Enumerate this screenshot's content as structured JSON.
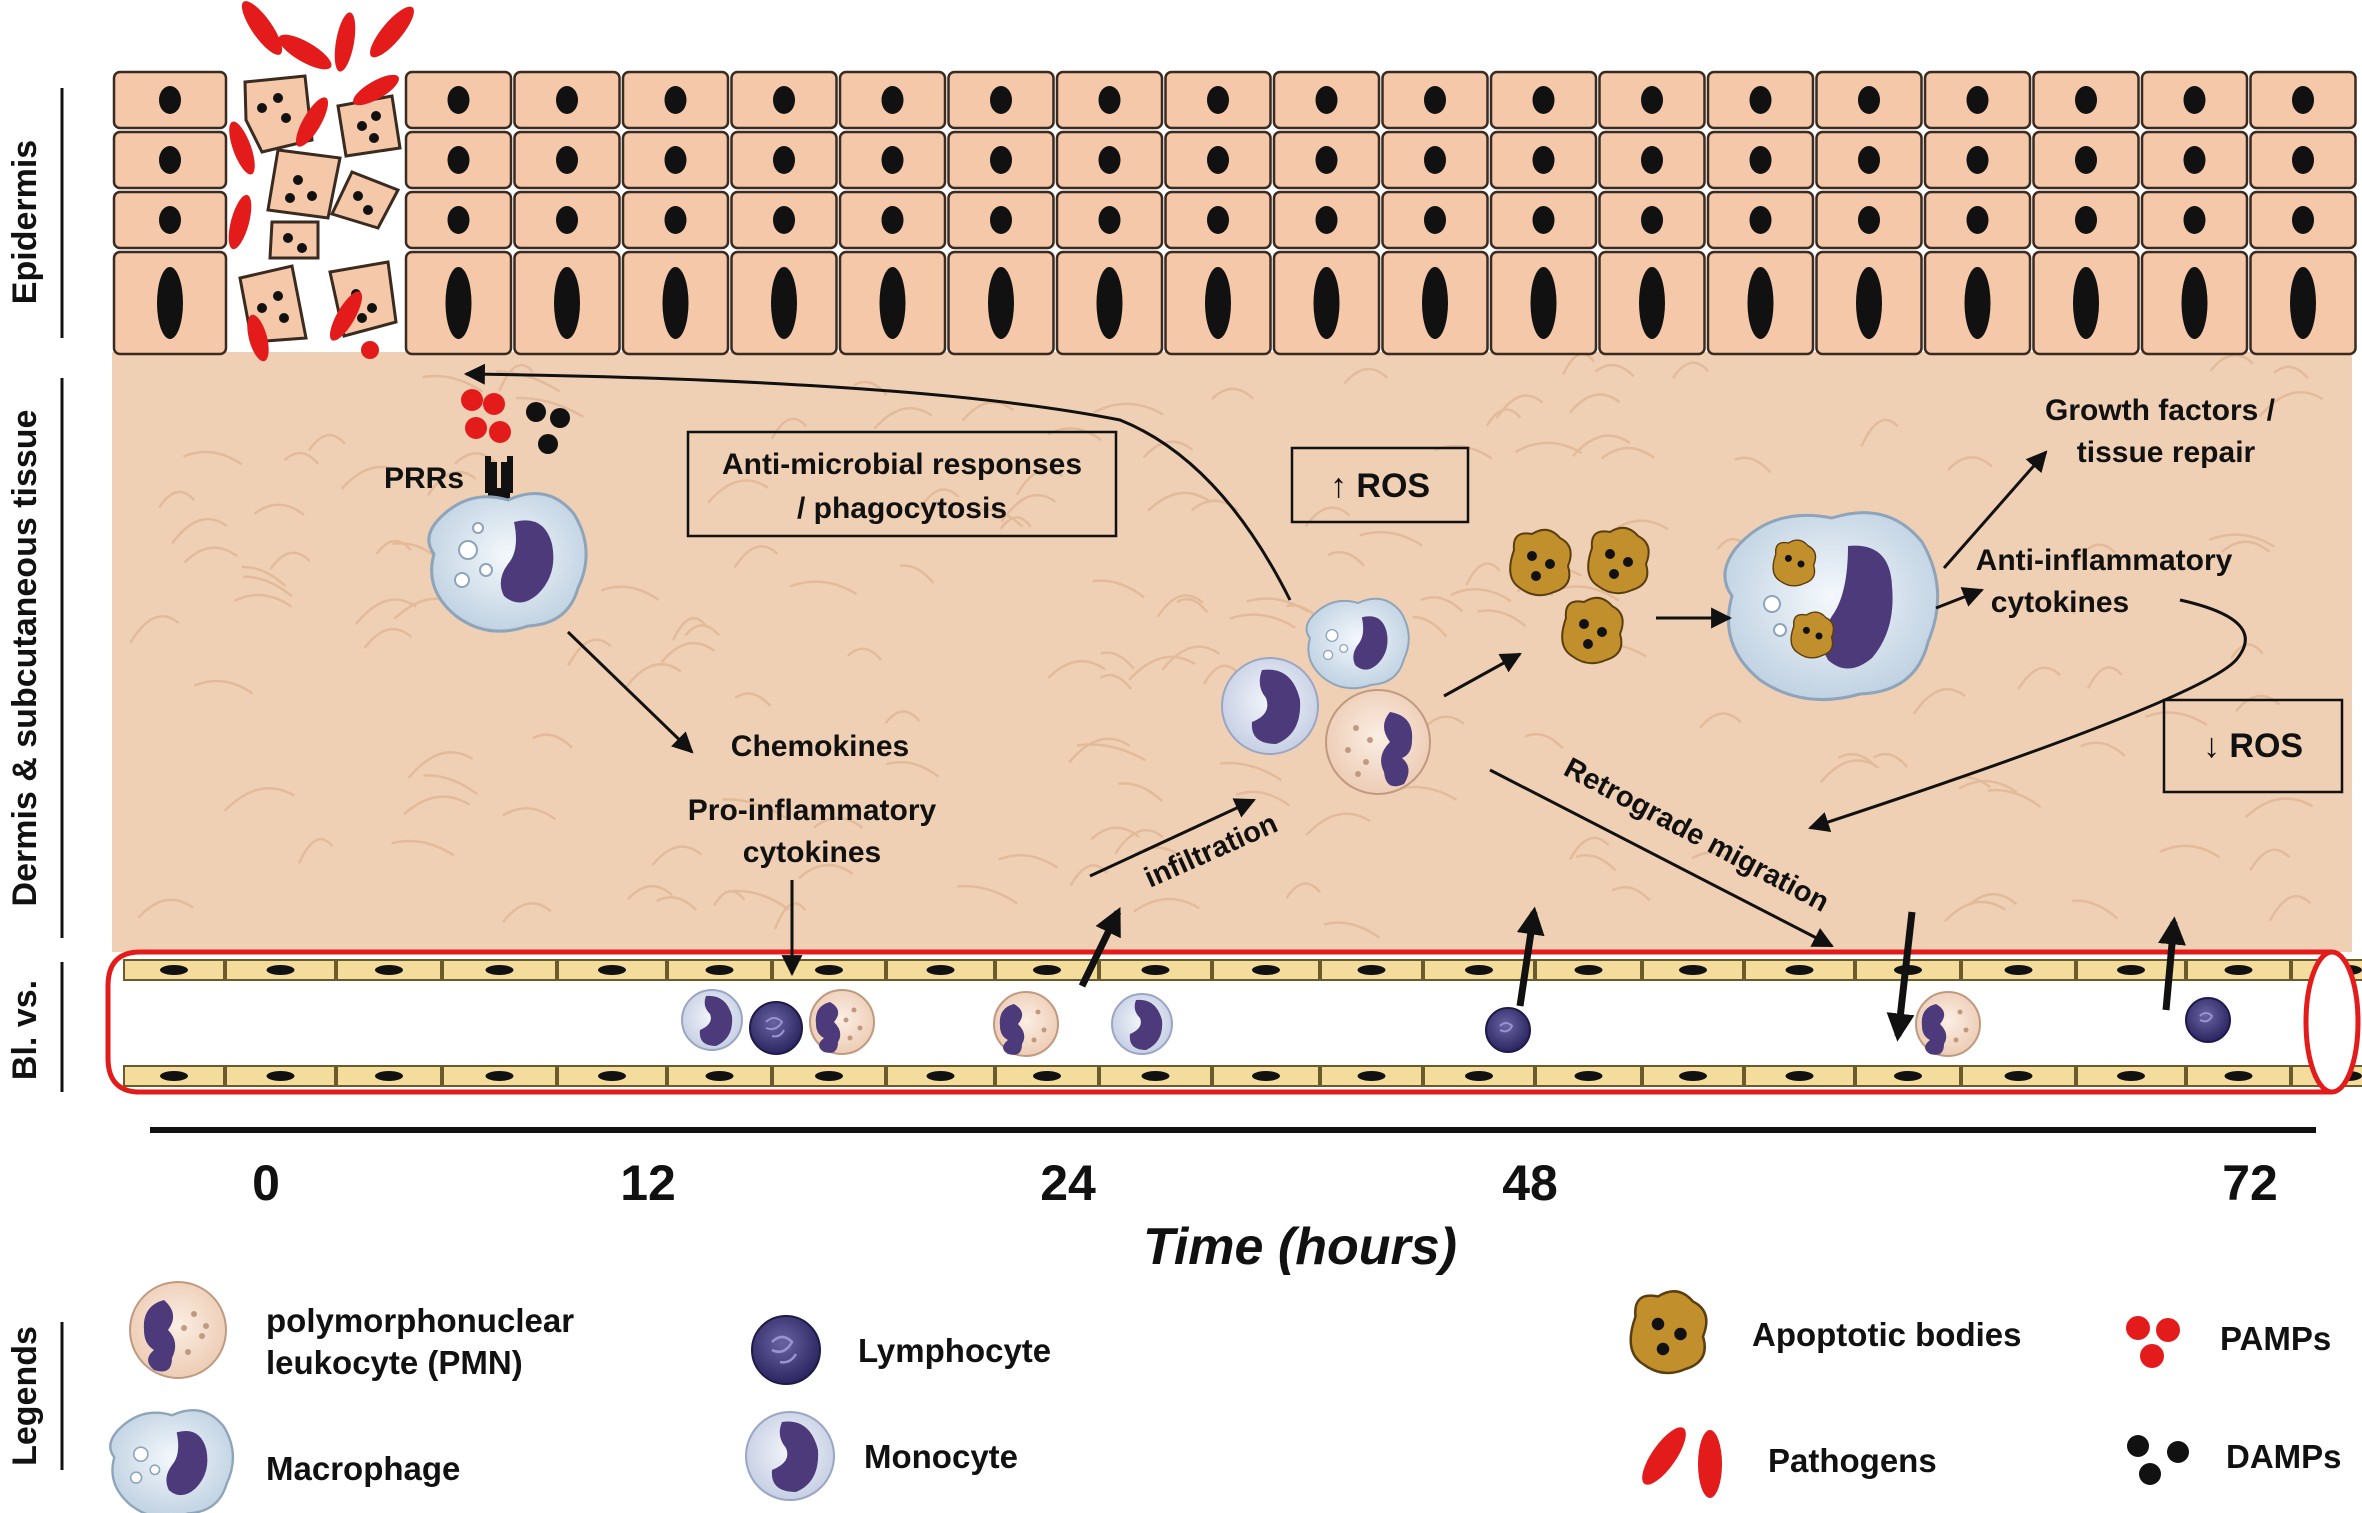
{
  "side_labels": {
    "epidermis": "Epidermis",
    "dermis": "Dermis & subcutaneous tissue",
    "vessel": "Bl. vs.",
    "legends": "Legends"
  },
  "labels": {
    "prrs": "PRRs",
    "antimicrobial_line1": "Anti-microbial responses",
    "antimicrobial_line2": "/ phagocytosis",
    "ros_up": "↑ ROS",
    "ros_down": "↓ ROS",
    "chemokines": "Chemokines",
    "proinflam_line1": "Pro-inflammatory",
    "proinflam_line2": "cytokines",
    "infiltration": "infiltration",
    "retrograde": "Retrograde migration",
    "growth_line1": "Growth factors /",
    "growth_line2": "tissue repair",
    "antiinflam_line1": "Anti-inflammatory",
    "antiinflam_line2": "cytokines"
  },
  "axis": {
    "ticks": [
      "0",
      "12",
      "24",
      "48",
      "72"
    ],
    "title": "Time (hours)"
  },
  "legend": {
    "pmn_line1": "polymorphonuclear",
    "pmn_line2": "leukocyte (PMN)",
    "macrophage": "Macrophage",
    "lymphocyte": "Lymphocyte",
    "monocyte": "Monocyte",
    "apoptotic": "Apoptotic bodies",
    "pathogens": "Pathogens",
    "pamps": "PAMPs",
    "damps": "DAMPs"
  },
  "colors": {
    "cell_fill": "#f4c8a8",
    "cell_stroke": "#3a2a20",
    "nucleus": "#111111",
    "dermis": "#efd0b4",
    "vessel_wall": "#e31b1b",
    "endothelium": "#f4dd9c",
    "pathogen": "#e31b1b",
    "pamp": "#e31b1b",
    "damp": "#111111",
    "lymphocyte": "#3a3470",
    "monocyte_nucleus": "#4c3a7a",
    "apoptotic": "#c18f2c",
    "macrophage": "#dce8f2"
  }
}
